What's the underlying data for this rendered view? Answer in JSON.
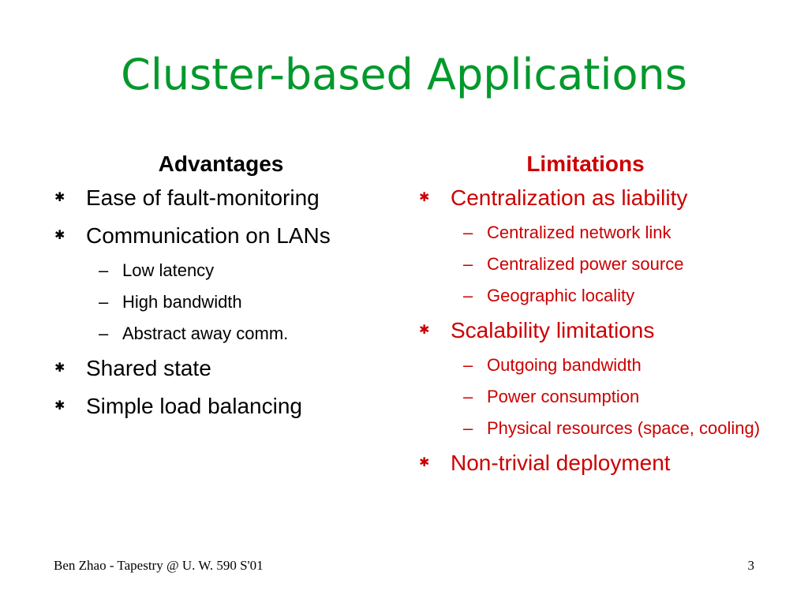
{
  "slide": {
    "title": "Cluster-based Applications",
    "bullet_glyph": "✱",
    "dash_glyph": "–"
  },
  "advantages": {
    "heading": "Advantages",
    "items": [
      {
        "text": "Ease of fault-monitoring",
        "sub": []
      },
      {
        "text": "Communication on LANs",
        "sub": [
          "Low latency",
          "High bandwidth",
          "Abstract away comm."
        ]
      },
      {
        "text": "Shared state",
        "sub": []
      },
      {
        "text": "Simple load balancing",
        "sub": []
      }
    ]
  },
  "limitations": {
    "heading": "Limitations",
    "items": [
      {
        "text": "Centralization as liability",
        "sub": [
          "Centralized network link",
          "Centralized power source",
          "Geographic locality"
        ]
      },
      {
        "text": "Scalability limitations",
        "sub": [
          "Outgoing bandwidth",
          "Power consumption",
          "Physical resources (space, cooling)"
        ]
      },
      {
        "text": "Non-trivial deployment",
        "sub": []
      }
    ]
  },
  "footer": {
    "left": "Ben Zhao - Tapestry @ U. W. 590 S'01",
    "page_number": "3"
  },
  "colors": {
    "title": "#00992b",
    "limitations_text": "#cc0000",
    "advantages_text": "#000000"
  }
}
